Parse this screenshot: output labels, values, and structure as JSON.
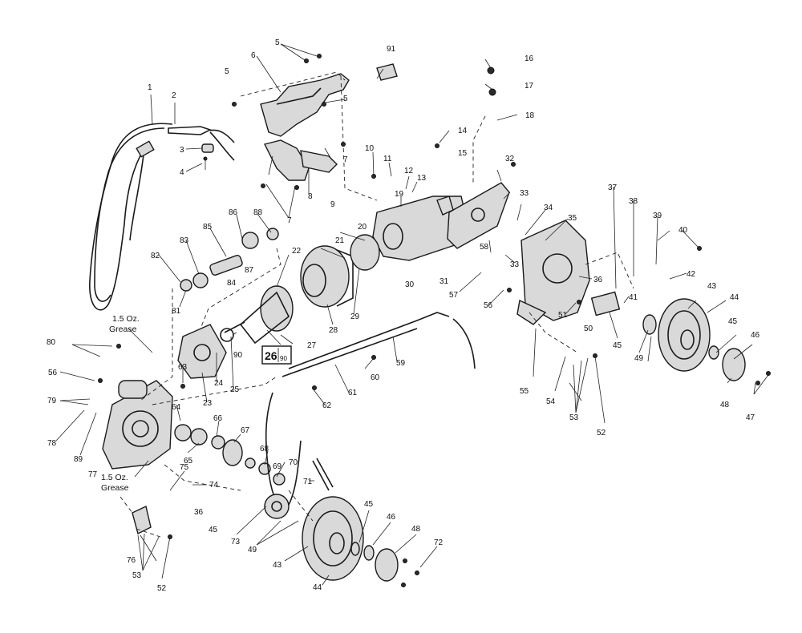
{
  "notes": {
    "grease_top_amount": "1.5 Oz.",
    "grease_top_word": "Grease",
    "grease_bottom_amount": "1.5 Oz.",
    "grease_bottom_word": "Grease"
  },
  "boxed_callout": {
    "number": "26",
    "sub": "90"
  },
  "callouts": [
    {
      "id": "c1",
      "text": "1"
    },
    {
      "id": "c2",
      "text": "2"
    },
    {
      "id": "c3",
      "text": "3"
    },
    {
      "id": "c4",
      "text": "4"
    },
    {
      "id": "c5a",
      "text": "5"
    },
    {
      "id": "c5b",
      "text": "5"
    },
    {
      "id": "c5c",
      "text": "5"
    },
    {
      "id": "c6",
      "text": "6"
    },
    {
      "id": "c7a",
      "text": "7"
    },
    {
      "id": "c7b",
      "text": "7"
    },
    {
      "id": "c8",
      "text": "8"
    },
    {
      "id": "c9",
      "text": "9"
    },
    {
      "id": "c10",
      "text": "10"
    },
    {
      "id": "c11",
      "text": "11"
    },
    {
      "id": "c12",
      "text": "12"
    },
    {
      "id": "c13",
      "text": "13"
    },
    {
      "id": "c14",
      "text": "14"
    },
    {
      "id": "c15",
      "text": "15"
    },
    {
      "id": "c16",
      "text": "16"
    },
    {
      "id": "c17",
      "text": "17"
    },
    {
      "id": "c18",
      "text": "18"
    },
    {
      "id": "c19",
      "text": "19"
    },
    {
      "id": "c20",
      "text": "20"
    },
    {
      "id": "c21",
      "text": "21"
    },
    {
      "id": "c22",
      "text": "22"
    },
    {
      "id": "c23",
      "text": "23"
    },
    {
      "id": "c24",
      "text": "24"
    },
    {
      "id": "c25",
      "text": "25"
    },
    {
      "id": "c27",
      "text": "27"
    },
    {
      "id": "c28",
      "text": "28"
    },
    {
      "id": "c29",
      "text": "29"
    },
    {
      "id": "c30",
      "text": "30"
    },
    {
      "id": "c31",
      "text": "31"
    },
    {
      "id": "c32",
      "text": "32"
    },
    {
      "id": "c33a",
      "text": "33"
    },
    {
      "id": "c33b",
      "text": "33"
    },
    {
      "id": "c34",
      "text": "34"
    },
    {
      "id": "c35",
      "text": "35"
    },
    {
      "id": "c36a",
      "text": "36"
    },
    {
      "id": "c36b",
      "text": "36"
    },
    {
      "id": "c37",
      "text": "37"
    },
    {
      "id": "c38",
      "text": "38"
    },
    {
      "id": "c39",
      "text": "39"
    },
    {
      "id": "c40",
      "text": "40"
    },
    {
      "id": "c41",
      "text": "41"
    },
    {
      "id": "c42",
      "text": "42"
    },
    {
      "id": "c43a",
      "text": "43"
    },
    {
      "id": "c43b",
      "text": "43"
    },
    {
      "id": "c44a",
      "text": "44"
    },
    {
      "id": "c44b",
      "text": "44"
    },
    {
      "id": "c45a",
      "text": "45"
    },
    {
      "id": "c45b",
      "text": "45"
    },
    {
      "id": "c45c",
      "text": "45"
    },
    {
      "id": "c45d",
      "text": "45"
    },
    {
      "id": "c46a",
      "text": "46"
    },
    {
      "id": "c46b",
      "text": "46"
    },
    {
      "id": "c47",
      "text": "47"
    },
    {
      "id": "c48a",
      "text": "48"
    },
    {
      "id": "c48b",
      "text": "48"
    },
    {
      "id": "c49a",
      "text": "49"
    },
    {
      "id": "c49b",
      "text": "49"
    },
    {
      "id": "c50",
      "text": "50"
    },
    {
      "id": "c51",
      "text": "51"
    },
    {
      "id": "c52a",
      "text": "52"
    },
    {
      "id": "c52b",
      "text": "52"
    },
    {
      "id": "c53a",
      "text": "53"
    },
    {
      "id": "c53b",
      "text": "53"
    },
    {
      "id": "c54",
      "text": "54"
    },
    {
      "id": "c55",
      "text": "55"
    },
    {
      "id": "c56a",
      "text": "56"
    },
    {
      "id": "c56b",
      "text": "56"
    },
    {
      "id": "c57",
      "text": "57"
    },
    {
      "id": "c58",
      "text": "58"
    },
    {
      "id": "c59",
      "text": "59"
    },
    {
      "id": "c60",
      "text": "60"
    },
    {
      "id": "c61",
      "text": "61"
    },
    {
      "id": "c62",
      "text": "62"
    },
    {
      "id": "c63",
      "text": "63"
    },
    {
      "id": "c64",
      "text": "64"
    },
    {
      "id": "c65",
      "text": "65"
    },
    {
      "id": "c66",
      "text": "66"
    },
    {
      "id": "c67",
      "text": "67"
    },
    {
      "id": "c68",
      "text": "68"
    },
    {
      "id": "c69",
      "text": "69"
    },
    {
      "id": "c70",
      "text": "70"
    },
    {
      "id": "c71",
      "text": "71"
    },
    {
      "id": "c72",
      "text": "72"
    },
    {
      "id": "c73",
      "text": "73"
    },
    {
      "id": "c74",
      "text": "74"
    },
    {
      "id": "c75",
      "text": "75"
    },
    {
      "id": "c76",
      "text": "76"
    },
    {
      "id": "c77",
      "text": "77"
    },
    {
      "id": "c78",
      "text": "78"
    },
    {
      "id": "c79",
      "text": "79"
    },
    {
      "id": "c80",
      "text": "80"
    },
    {
      "id": "c81",
      "text": "81"
    },
    {
      "id": "c82",
      "text": "82"
    },
    {
      "id": "c83",
      "text": "83"
    },
    {
      "id": "c84",
      "text": "84"
    },
    {
      "id": "c85",
      "text": "85"
    },
    {
      "id": "c86",
      "text": "86"
    },
    {
      "id": "c87",
      "text": "87"
    },
    {
      "id": "c88",
      "text": "88"
    },
    {
      "id": "c89",
      "text": "89"
    },
    {
      "id": "c90",
      "text": "90"
    },
    {
      "id": "c91",
      "text": "91"
    }
  ]
}
